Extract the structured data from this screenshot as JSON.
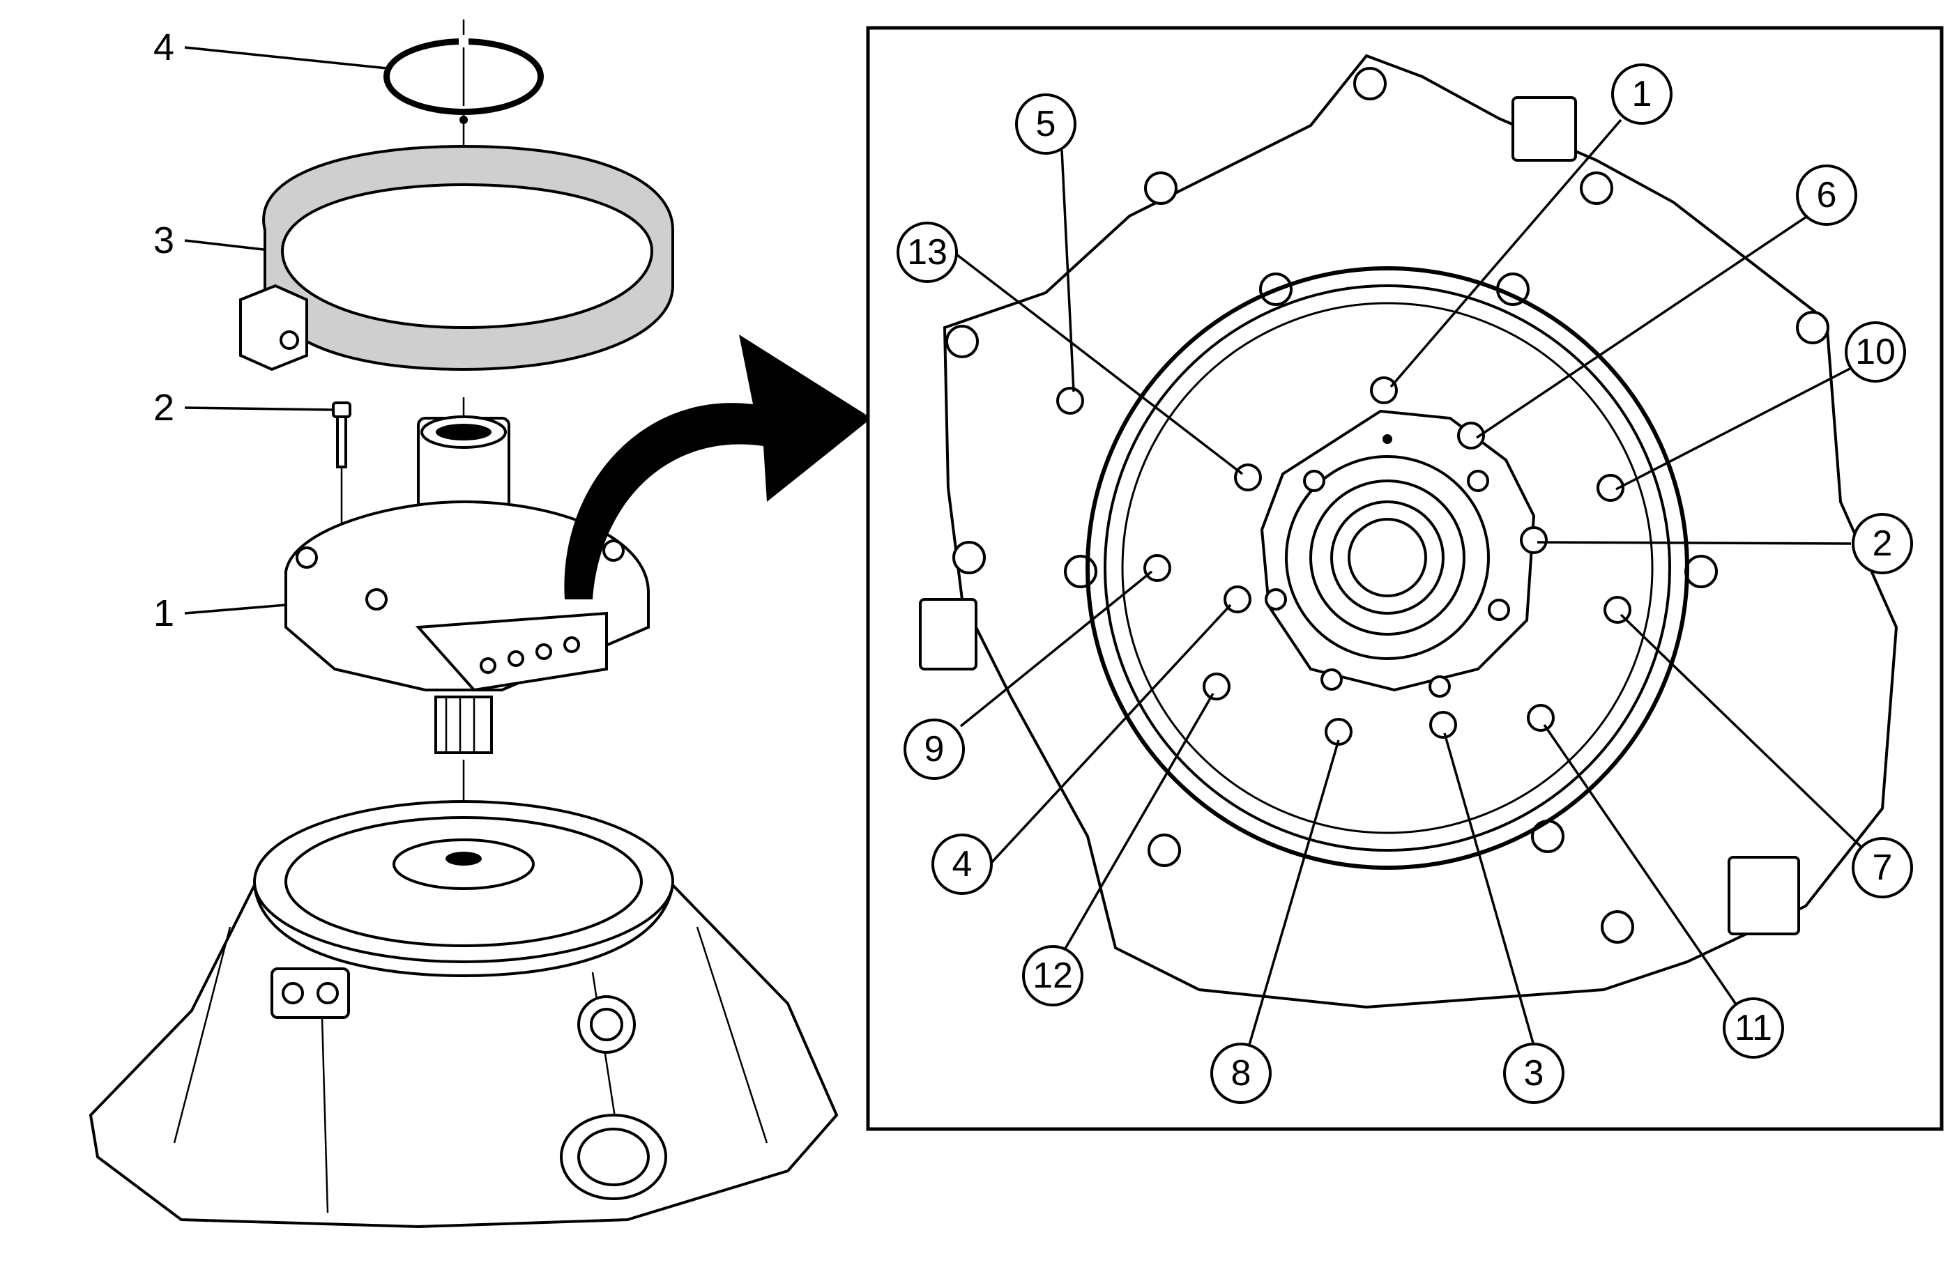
{
  "left_callouts": [
    {
      "label": "4"
    },
    {
      "label": "3"
    },
    {
      "label": "2"
    },
    {
      "label": "1"
    }
  ],
  "detail_callouts": [
    {
      "label": "1"
    },
    {
      "label": "2"
    },
    {
      "label": "3"
    },
    {
      "label": "4"
    },
    {
      "label": "5"
    },
    {
      "label": "6"
    },
    {
      "label": "7"
    },
    {
      "label": "8"
    },
    {
      "label": "9"
    },
    {
      "label": "10"
    },
    {
      "label": "11"
    },
    {
      "label": "12"
    },
    {
      "label": "13"
    }
  ],
  "colors": {
    "line": "#000000",
    "fill": "#ffffff",
    "hatch": "#cfcfcf"
  }
}
